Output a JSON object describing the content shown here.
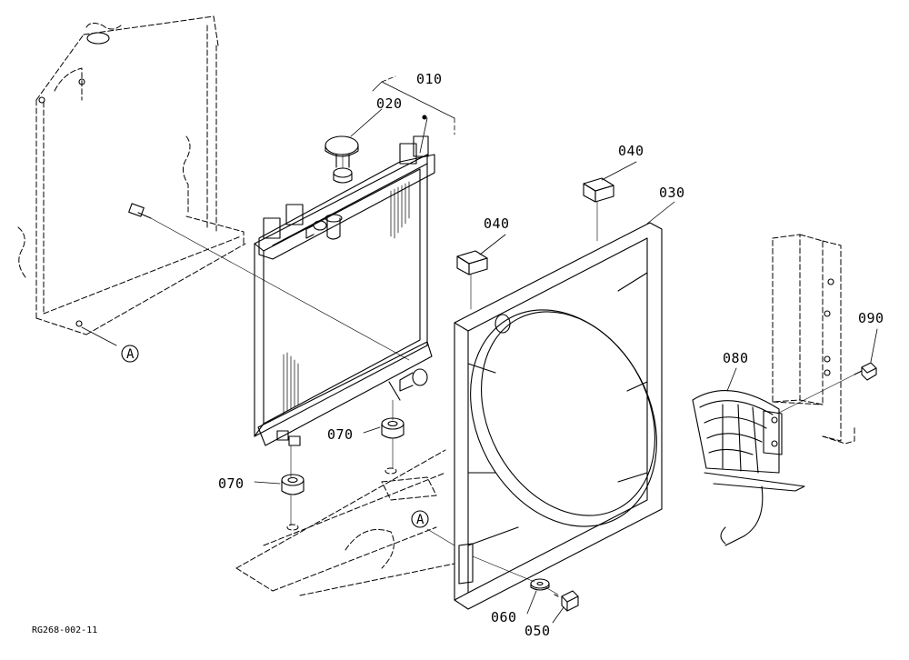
{
  "diagram": {
    "drawing_code": "RG268-002-11",
    "reference_marker": "A",
    "parts": [
      {
        "id": "010",
        "label": "010"
      },
      {
        "id": "020",
        "label": "020"
      },
      {
        "id": "030",
        "label": "030"
      },
      {
        "id": "040",
        "label": "040"
      },
      {
        "id": "050",
        "label": "050"
      },
      {
        "id": "060",
        "label": "060"
      },
      {
        "id": "070",
        "label": "070"
      },
      {
        "id": "080",
        "label": "080"
      },
      {
        "id": "090",
        "label": "090"
      }
    ],
    "label_instances": [
      {
        "part": "010"
      },
      {
        "part": "020"
      },
      {
        "part": "040"
      },
      {
        "part": "030"
      },
      {
        "part": "040"
      },
      {
        "part": "090"
      },
      {
        "part": "080"
      },
      {
        "part": "070"
      },
      {
        "part": "070"
      },
      {
        "part": "060"
      },
      {
        "part": "050"
      }
    ]
  }
}
